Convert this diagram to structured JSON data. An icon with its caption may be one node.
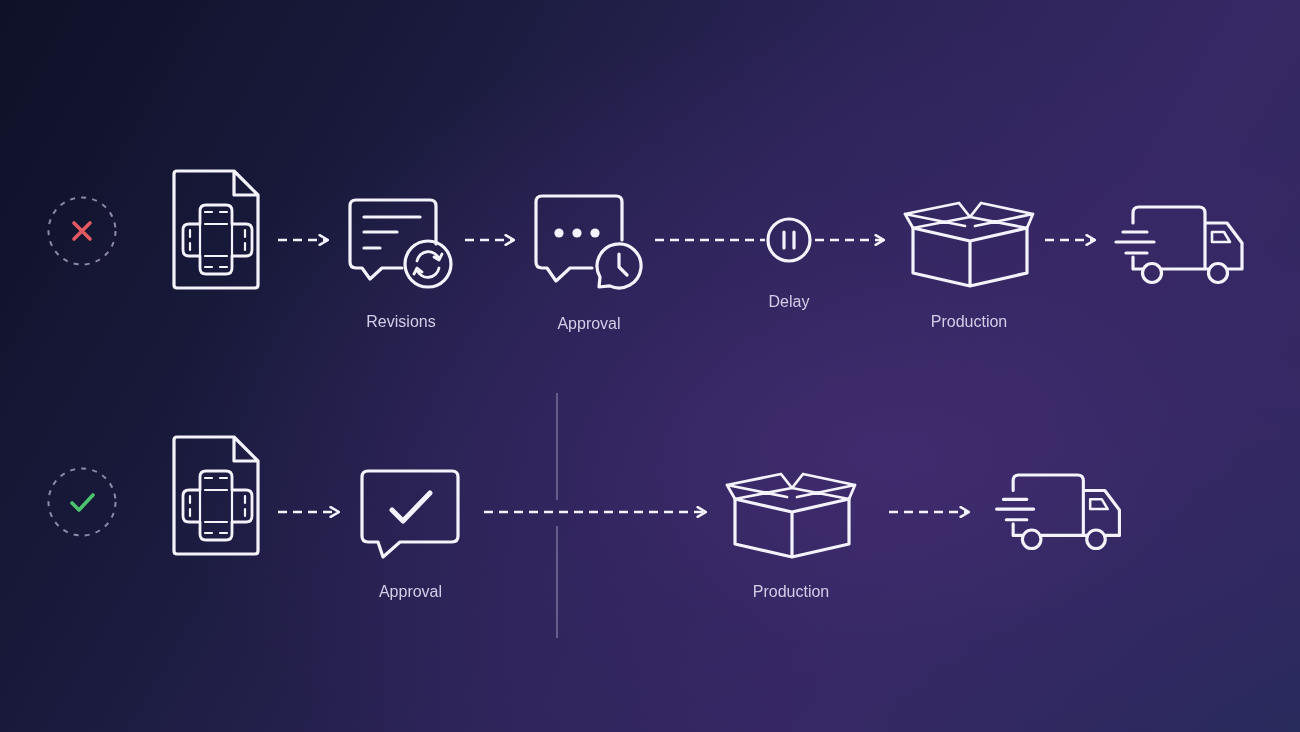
{
  "diagram": {
    "nodes": [
      {
        "text": [],
        "shape": "picture"
      },
      {
        "text": [
          "Revisions"
        ]
      },
      {
        "text": [
          "Approval"
        ]
      },
      {
        "text": [
          "Delay"
        ]
      },
      {
        "text": [
          "Production"
        ]
      },
      {
        "text": [],
        "shape": "picture"
      },
      {
        "text": [],
        "shape": "picture"
      },
      {
        "text": [
          "Approval"
        ]
      },
      {
        "text": [
          "Production"
        ]
      },
      {
        "text": [],
        "shape": "picture"
      }
    ],
    "edges": [
      {
        "from": 0,
        "to": 1,
        "arrow": "to",
        "style": "dashed"
      },
      {
        "from": 1,
        "to": 2,
        "arrow": "to",
        "style": "dashed"
      },
      {
        "from": 2,
        "to": 3,
        "arrow": "none",
        "style": "dashed"
      },
      {
        "from": 3,
        "to": 4,
        "arrow": "to",
        "style": "dashed"
      },
      {
        "from": 4,
        "to": 5,
        "arrow": "to",
        "style": "dashed"
      },
      {
        "from": 6,
        "to": 7,
        "arrow": "to",
        "style": "dashed"
      },
      {
        "from": 7,
        "to": 8,
        "arrow": "to",
        "style": "dashed"
      },
      {
        "from": 8,
        "to": 9,
        "arrow": "to",
        "style": "dashed"
      }
    ]
  }
}
